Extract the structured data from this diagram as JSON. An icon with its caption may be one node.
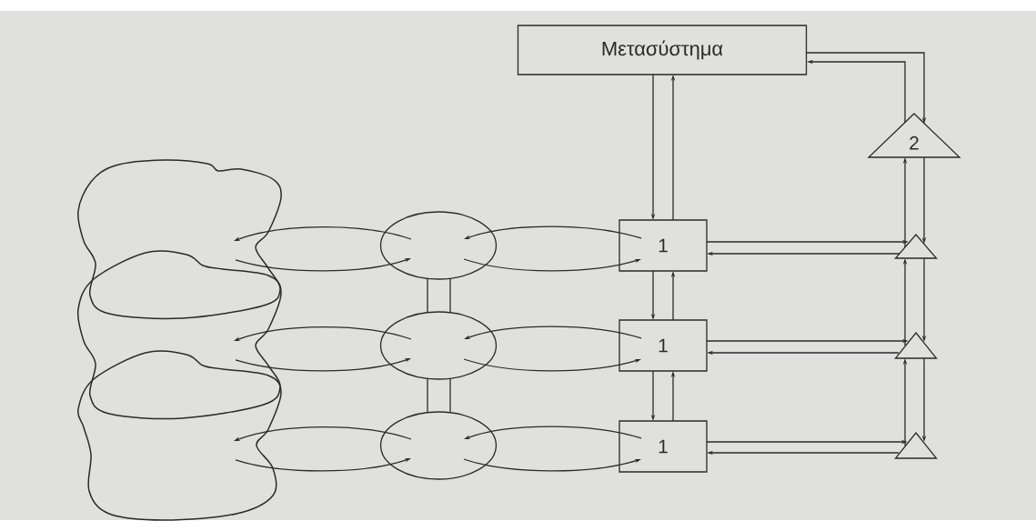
{
  "diagram": {
    "nodes": [
      {
        "text": [
          "Μετασύστημα"
        ]
      },
      {
        "text": [
          "1"
        ]
      },
      {
        "text": [
          "1"
        ]
      },
      {
        "text": [
          "1"
        ]
      },
      {
        "text": [
          "2"
        ]
      },
      {
        "text": [],
        "shape": "triangle"
      },
      {
        "text": [],
        "shape": "triangle"
      },
      {
        "text": [],
        "shape": "triangle"
      },
      {
        "text": [],
        "shape": "circle"
      },
      {
        "text": [],
        "shape": "circle"
      },
      {
        "text": [],
        "shape": "circle"
      },
      {
        "text": [],
        "shape": "cloud"
      },
      {
        "text": [],
        "shape": "cloud"
      },
      {
        "text": [],
        "shape": "cloud"
      }
    ],
    "edges": [
      {
        "from": 0,
        "to": 1,
        "arrow": "to"
      },
      {
        "from": 1,
        "to": 0,
        "arrow": "to"
      },
      {
        "from": 1,
        "to": 2,
        "arrow": "to"
      },
      {
        "from": 2,
        "to": 1,
        "arrow": "to"
      },
      {
        "from": 2,
        "to": 3,
        "arrow": "to"
      },
      {
        "from": 3,
        "to": 2,
        "arrow": "to"
      },
      {
        "from": 0,
        "to": 4,
        "arrow": "to"
      },
      {
        "from": 4,
        "to": 0,
        "arrow": "to"
      },
      {
        "from": 4,
        "to": 5,
        "arrow": "to"
      },
      {
        "from": 5,
        "to": 4,
        "arrow": "to"
      },
      {
        "from": 5,
        "to": 6,
        "arrow": "to"
      },
      {
        "from": 6,
        "to": 5,
        "arrow": "to"
      },
      {
        "from": 6,
        "to": 7,
        "arrow": "to"
      },
      {
        "from": 7,
        "to": 6,
        "arrow": "to"
      },
      {
        "from": 1,
        "to": 5,
        "arrow": "to"
      },
      {
        "from": 5,
        "to": 1,
        "arrow": "to"
      },
      {
        "from": 2,
        "to": 6,
        "arrow": "to"
      },
      {
        "from": 6,
        "to": 2,
        "arrow": "to"
      },
      {
        "from": 3,
        "to": 7,
        "arrow": "to"
      },
      {
        "from": 7,
        "to": 3,
        "arrow": "to"
      },
      {
        "from": 1,
        "to": 8,
        "arrow": "to"
      },
      {
        "from": 8,
        "to": 1,
        "arrow": "to"
      },
      {
        "from": 2,
        "to": 9,
        "arrow": "to"
      },
      {
        "from": 9,
        "to": 2,
        "arrow": "to"
      },
      {
        "from": 3,
        "to": 10,
        "arrow": "to"
      },
      {
        "from": 10,
        "to": 3,
        "arrow": "to"
      },
      {
        "from": 8,
        "to": 11,
        "arrow": "to"
      },
      {
        "from": 11,
        "to": 8,
        "arrow": "to"
      },
      {
        "from": 9,
        "to": 12,
        "arrow": "to"
      },
      {
        "from": 12,
        "to": 9,
        "arrow": "to"
      },
      {
        "from": 10,
        "to": 13,
        "arrow": "to"
      },
      {
        "from": 13,
        "to": 10,
        "arrow": "to"
      },
      {
        "from": 8,
        "to": 9,
        "arrow": "none"
      },
      {
        "from": 8,
        "to": 9,
        "arrow": "none"
      },
      {
        "from": 9,
        "to": 10,
        "arrow": "none"
      },
      {
        "from": 9,
        "to": 10,
        "arrow": "none"
      }
    ]
  }
}
